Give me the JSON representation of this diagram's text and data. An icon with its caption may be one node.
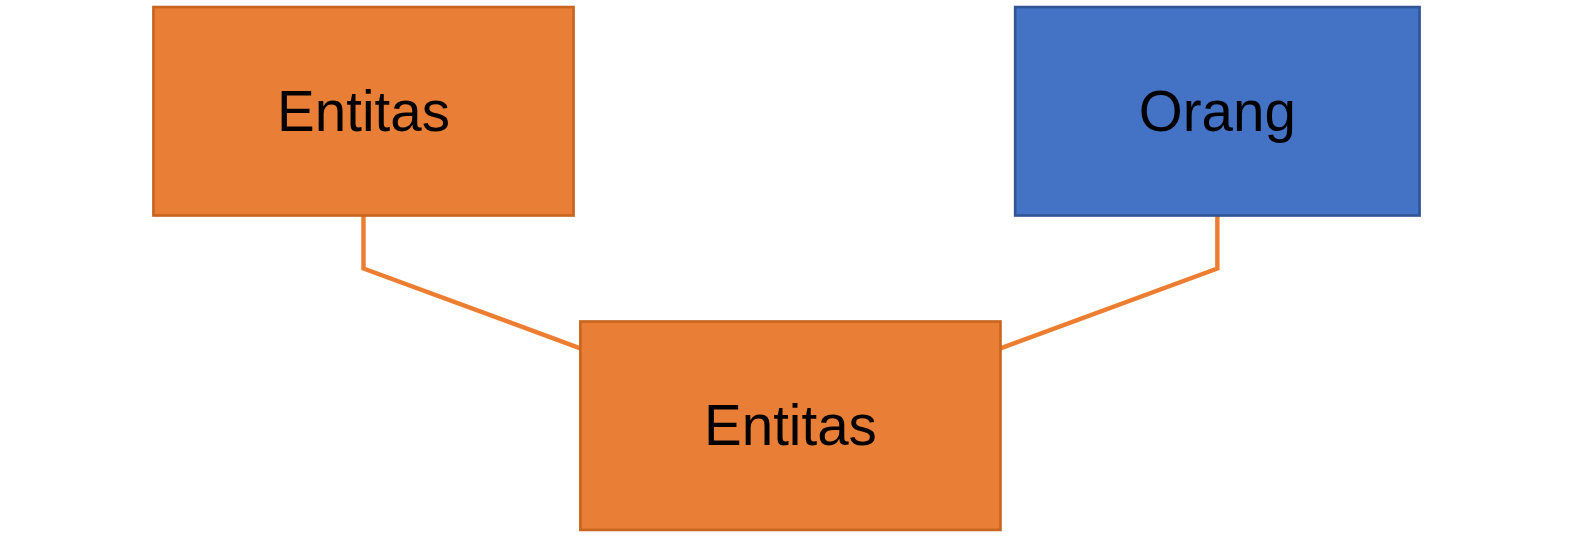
{
  "diagram": {
    "nodes": [
      {
        "text": [
          "Entitas"
        ]
      },
      {
        "text": [
          "Orang"
        ]
      },
      {
        "text": [
          "Entitas"
        ]
      }
    ],
    "edges": [
      {
        "from": 0,
        "to": 2,
        "arrow": "none"
      },
      {
        "from": 1,
        "to": 2,
        "arrow": "none"
      }
    ]
  }
}
